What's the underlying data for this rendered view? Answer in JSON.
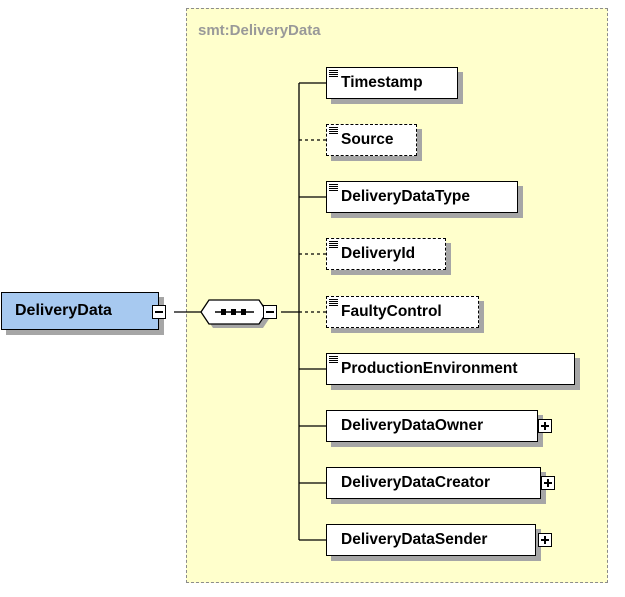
{
  "diagram": {
    "root": {
      "label": "DeliveryData"
    },
    "complex_type": {
      "title": "smt:DeliveryData"
    },
    "compositor": {
      "kind": "sequence"
    },
    "elements": [
      {
        "label": "Timestamp",
        "optional": false,
        "expandable": false
      },
      {
        "label": "Source",
        "optional": true,
        "expandable": false
      },
      {
        "label": "DeliveryDataType",
        "optional": false,
        "expandable": false
      },
      {
        "label": "DeliveryId",
        "optional": true,
        "expandable": false
      },
      {
        "label": "FaultyControl",
        "optional": true,
        "expandable": false
      },
      {
        "label": "ProductionEnvironment",
        "optional": false,
        "expandable": false
      },
      {
        "label": "DeliveryDataOwner",
        "optional": false,
        "expandable": true
      },
      {
        "label": "DeliveryDataCreator",
        "optional": false,
        "expandable": true
      },
      {
        "label": "DeliveryDataSender",
        "optional": false,
        "expandable": true
      }
    ],
    "colors": {
      "type_background": "#ffffcc",
      "root_background": "#a7c9f0",
      "shadow": "#a6a6a6",
      "title_text": "#999999"
    }
  }
}
